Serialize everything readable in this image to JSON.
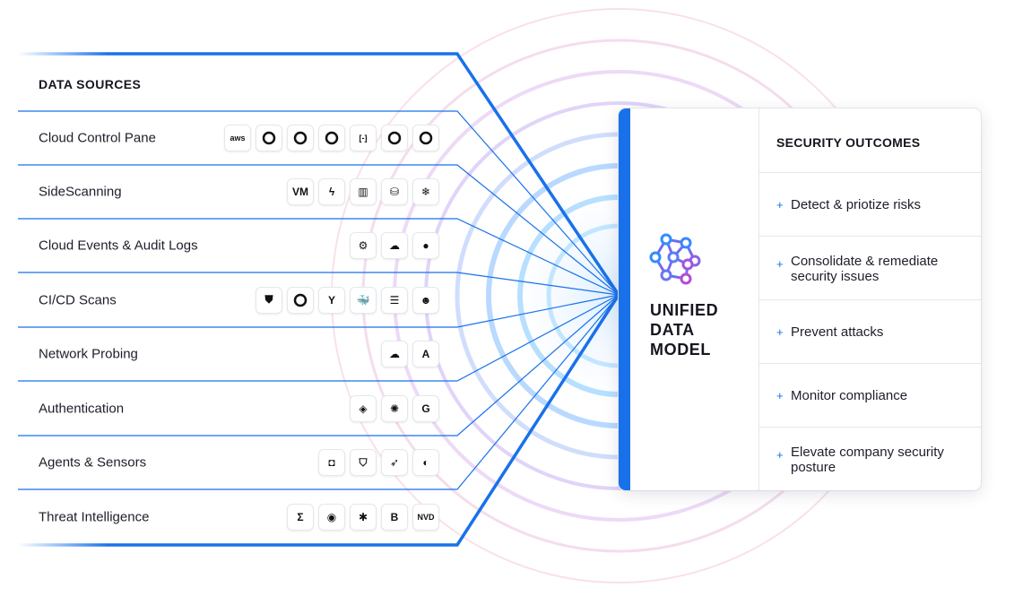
{
  "data_sources": {
    "title": "DATA SOURCES",
    "rows": [
      {
        "label": "Cloud Control Pane",
        "icons": [
          {
            "name": "aws-logo",
            "glyph": "aws"
          },
          {
            "name": "google-cloud-logo",
            "glyph": ""
          },
          {
            "name": "azure-logo",
            "glyph": ""
          },
          {
            "name": "kubernetes-logo",
            "glyph": ""
          },
          {
            "name": "alibaba-cloud-logo",
            "glyph": "[-]"
          },
          {
            "name": "oracle-cloud-logo",
            "glyph": ""
          },
          {
            "name": "ibm-cloud-logo",
            "glyph": ""
          }
        ]
      },
      {
        "label": "SideScanning",
        "icons": [
          {
            "name": "vm-logo",
            "glyph": "VM"
          },
          {
            "name": "serverless-function-logo",
            "glyph": "ϟ"
          },
          {
            "name": "container-registry-logo",
            "glyph": "▥"
          },
          {
            "name": "storage-bucket-logo",
            "glyph": "⛁"
          },
          {
            "name": "snowflake-logo",
            "glyph": "❄"
          }
        ]
      },
      {
        "label": "Cloud Events & Audit Logs",
        "icons": [
          {
            "name": "cloudtrail-logo",
            "glyph": "⚙"
          },
          {
            "name": "cloud-logging-logo",
            "glyph": "☁"
          },
          {
            "name": "audit-log-logo",
            "glyph": "●"
          }
        ]
      },
      {
        "label": "CI/CD Scans",
        "icons": [
          {
            "name": "jenkins-logo",
            "glyph": "⛊"
          },
          {
            "name": "github-logo",
            "glyph": ""
          },
          {
            "name": "terraform-logo",
            "glyph": "Y"
          },
          {
            "name": "docker-logo",
            "glyph": "🐳"
          },
          {
            "name": "iac-file-logo",
            "glyph": "☰"
          },
          {
            "name": "gitlab-logo",
            "glyph": "☻"
          }
        ]
      },
      {
        "label": "Network Probing",
        "icons": [
          {
            "name": "cloudflare-logo",
            "glyph": "☁"
          },
          {
            "name": "akamai-logo",
            "glyph": "A"
          }
        ]
      },
      {
        "label": "Authentication",
        "icons": [
          {
            "name": "jumpcloud-logo",
            "glyph": "◈"
          },
          {
            "name": "okta-logo",
            "glyph": "✺"
          },
          {
            "name": "google-logo",
            "glyph": "G"
          }
        ]
      },
      {
        "label": "Agents & Sensors",
        "icons": [
          {
            "name": "sentinelone-logo",
            "glyph": "◘"
          },
          {
            "name": "defender-logo",
            "glyph": "⛉"
          },
          {
            "name": "crowdstrike-logo",
            "glyph": "➶"
          },
          {
            "name": "cybereason-logo",
            "glyph": "◐"
          }
        ]
      },
      {
        "label": "Threat Intelligence",
        "icons": [
          {
            "name": "sigma-logo",
            "glyph": "Σ"
          },
          {
            "name": "threat-intel-logo",
            "glyph": "◉"
          },
          {
            "name": "spider-logo",
            "glyph": "✱"
          },
          {
            "name": "b-logo",
            "glyph": "B"
          },
          {
            "name": "nvd-logo",
            "glyph": "NVD"
          }
        ]
      }
    ]
  },
  "unified_model": {
    "title_lines": [
      "UNIFIED",
      "DATA",
      "MODEL"
    ]
  },
  "security_outcomes": {
    "title": "SECURITY OUTCOMES",
    "items": [
      "Detect & priotize risks",
      "Consolidate & remediate security issues",
      "Prevent attacks",
      "Monitor compliance",
      "Elevate company security posture"
    ],
    "plus_glyph": "+"
  },
  "colors": {
    "accent": "#1971ea",
    "ring_blue": "#8fc2ff",
    "ring_purple": "#c9a6f0",
    "ring_pink": "#f5c4d8"
  }
}
